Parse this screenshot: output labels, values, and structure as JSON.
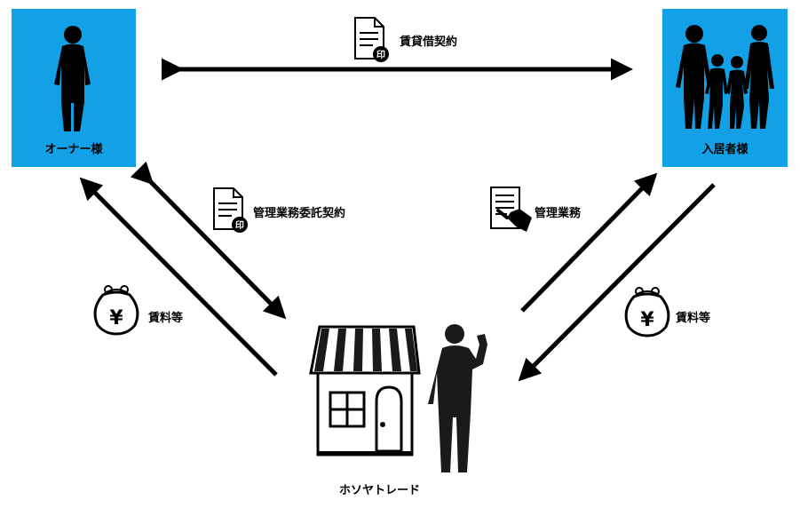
{
  "nodes": {
    "owner": {
      "label": "オーナー様",
      "icon": "person-silhouette-icon"
    },
    "tenant": {
      "label": "入居者様",
      "icon": "family-silhouette-icon"
    },
    "company": {
      "label": "ホソヤトレード",
      "icon": "shop-building-icon"
    }
  },
  "edges": {
    "lease": {
      "label": "賃貸借契約",
      "icon": "stamped-document-icon"
    },
    "management_contract": {
      "label": "管理業務委託契約",
      "icon": "stamped-document-icon"
    },
    "management_work": {
      "label": "管理業務",
      "icon": "document-pointing-hand-icon"
    },
    "rent_owner": {
      "label": "賃料等",
      "icon": "yen-purse-icon"
    },
    "rent_tenant": {
      "label": "賃料等",
      "icon": "yen-purse-icon"
    }
  },
  "colors": {
    "panel": "#12a1e6",
    "arrow": "#000000",
    "awning_stripe": "#1a1a1a"
  }
}
